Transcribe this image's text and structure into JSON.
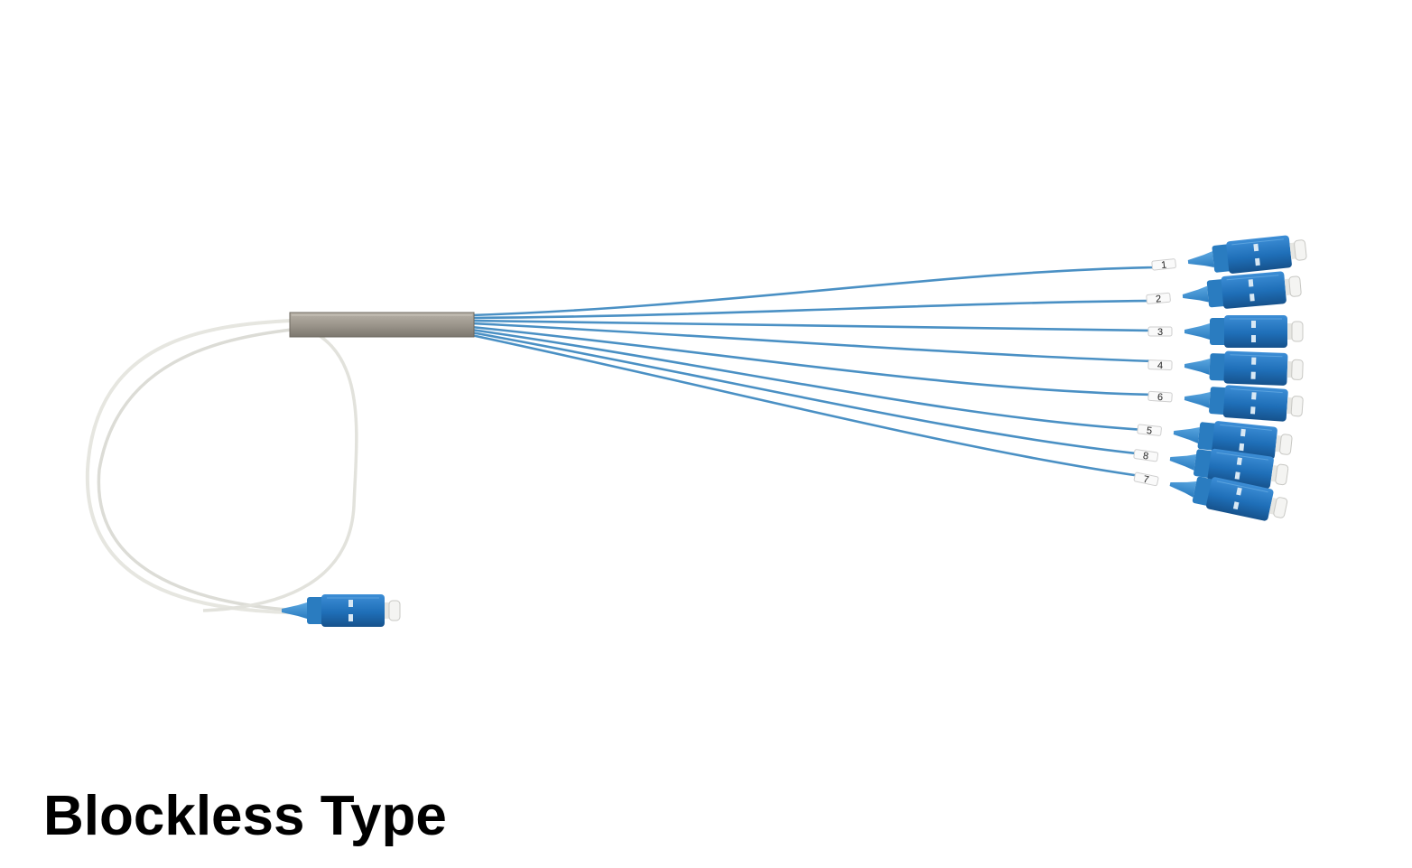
{
  "caption": "Blockless Type",
  "port_labels": [
    "1",
    "2",
    "3",
    "4",
    "6",
    "5",
    "8",
    "7"
  ],
  "colors": {
    "background": "#ffffff",
    "caption_text": "#000000",
    "connector_blue": "#1f6fb8",
    "connector_blue_dark": "#16528c",
    "fiber_blue": "#4a90c4",
    "fiber_white": "#e8e8e2",
    "splitter_body": "#9c968c",
    "dust_cap": "#f4f4f2"
  },
  "icons": {
    "input_connector": "sc-connector-icon",
    "output_connector": "sc-connector-icon",
    "splitter": "plc-splitter-body"
  }
}
